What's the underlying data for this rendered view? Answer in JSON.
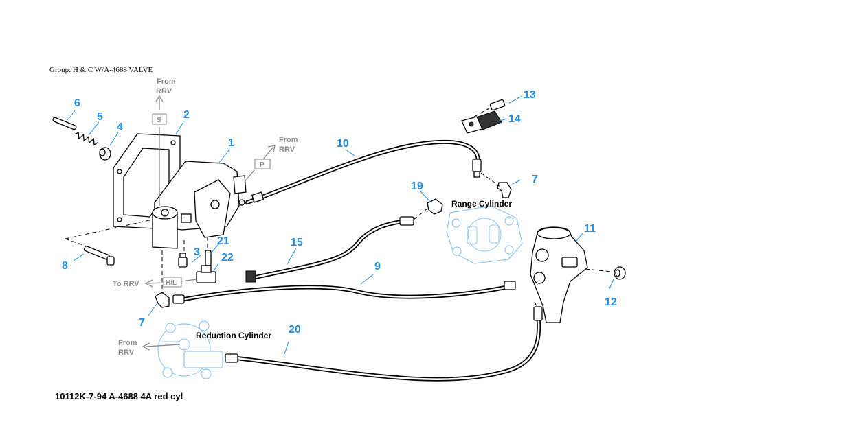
{
  "group_title": "Group: H & C W/A-4688 VALVE",
  "drawing_id": "10112K-7-94 A-4688 4A red cyl",
  "cylinders": {
    "range": "Range Cylinder",
    "reduction": "Reduction Cylinder"
  },
  "flow_labels": {
    "from_rrv_top_1": "From",
    "from_rrv_top_2": "RRV",
    "port_s": "S",
    "from_rrv_right_1": "From",
    "from_rrv_right_2": "RRV",
    "port_p": "P",
    "to_rrv": "To RRV",
    "port_hl": "H/L",
    "from_rrv_bottom_1": "From",
    "from_rrv_bottom_2": "RRV"
  },
  "callouts": {
    "c1": "1",
    "c2": "2",
    "c3": "3",
    "c4": "4",
    "c5": "5",
    "c6": "6",
    "c7a": "7",
    "c7b": "7",
    "c8": "8",
    "c9": "9",
    "c10": "10",
    "c11": "11",
    "c12": "12",
    "c13": "13",
    "c14": "14",
    "c15": "15",
    "c19": "19",
    "c20": "20",
    "c21": "21",
    "c22": "22"
  },
  "colors": {
    "callout": "#1e90e6",
    "flow_grey": "#8a8a8a",
    "ghost_outline": "#8fc7ee"
  }
}
